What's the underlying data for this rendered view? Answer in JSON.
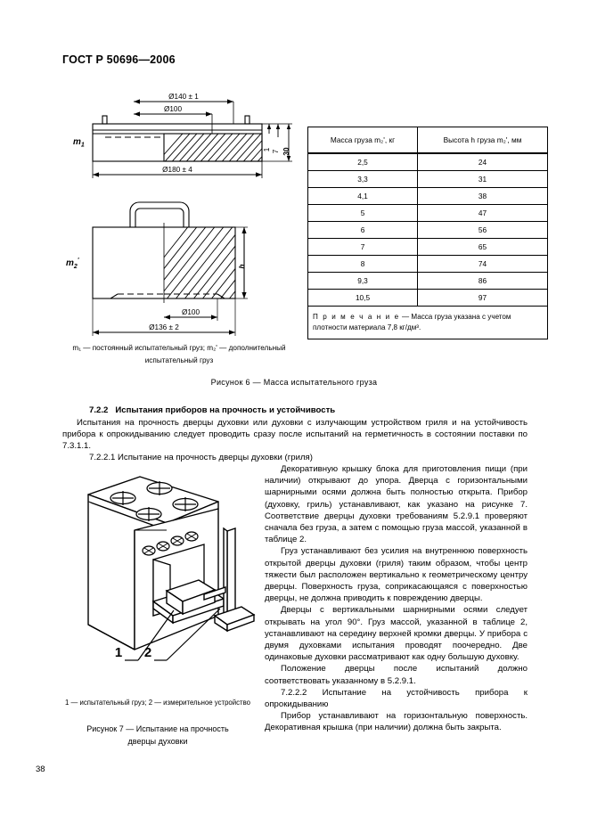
{
  "header": {
    "standard": "ГОСТ Р 50696—2006"
  },
  "figure6": {
    "dims_top": {
      "d140": "Ø140 ± 1",
      "d100": "Ø100",
      "d180": "Ø180 ± 4",
      "v1": "1",
      "v7": "7",
      "v30": "30",
      "mass_label": "m"
    },
    "dims_bottom": {
      "d100": "Ø100",
      "d136": "Ø136 ± 2",
      "h": "h",
      "mass_label": "m"
    },
    "legend": "m₁ — постоянный испытательный груз; m₂' — дополнительный испытательный груз",
    "caption": "Рисунок 6 — Масса испытательного груза"
  },
  "table": {
    "headers": [
      "Масса груза m₂', кг",
      "Высота h груза m₂', мм"
    ],
    "rows": [
      [
        "2,5",
        "24"
      ],
      [
        "3,3",
        "31"
      ],
      [
        "4,1",
        "38"
      ],
      [
        "5",
        "47"
      ],
      [
        "6",
        "56"
      ],
      [
        "7",
        "65"
      ],
      [
        "8",
        "74"
      ],
      [
        "9,3",
        "86"
      ],
      [
        "10,5",
        "97"
      ]
    ],
    "note_label": "П р и м е ч а н и е",
    "note_text": "— Масса груза указана с учетом плотности материала 7,8 кг/дм³."
  },
  "section": {
    "number_722": "7.2.2",
    "title_722": "Испытания приборов на прочность и устойчивость",
    "para_722": "Испытания на прочность дверцы духовки или духовки с излучающим устройством гриля и на устойчивость прибора к опрокидыванию следует проводить сразу после испытаний на герметичность в состоянии поставки по 7.3.1.1.",
    "heading_7221": "7.2.2.1  Испытание на прочность дверцы духовки (гриля)",
    "paragraphs": [
      "Декоративную крышку блока для приготовления пищи (при наличии) открывают до упора. Дверца с горизонтальными шарнирными осями должна быть полностью открыта. Прибор (духовку, гриль) устанавливают, как указано на рисунке 7. Соответствие дверцы духовки требованиям 5.2.9.1 проверяют сначала без груза, а затем с помощью груза массой, указанной в таблице 2.",
      "Груз устанавливают без усилия на внутреннюю поверхность открытой дверцы духовки (гриля) таким образом, чтобы центр тяжести был расположен вертикально к геометрическому центру дверцы. Поверхность груза, соприкасающаяся с поверхностью дверцы, не должна приводить к повреждению дверцы.",
      "Дверцы с вертикальными шарнирными осями следует открывать на угол 90°. Груз массой, указанной в таблице 2, устанавливают на середину верхней кромки дверцы. У прибора с двумя духовками испытания проводят поочередно. Две одинаковые духовки рассматривают как одну большую духовку.",
      "Положение дверцы после испытаний должно соответствовать указанному в 5.2.9.1.",
      "7.2.2.2  Испытание на устойчивость прибора к опрокидыванию",
      "Прибор устанавливают на горизонтальную поверхность. Декоративная крышка (при наличии) должна быть закрыта."
    ]
  },
  "figure7": {
    "label_1": "1",
    "label_2": "2",
    "legend": "1 — испытательный груз; 2 — измерительное устройство",
    "caption_line1": "Рисунок 7 — Испытание на прочность",
    "caption_line2": "дверцы духовки"
  },
  "footer": {
    "page_number": "38"
  }
}
